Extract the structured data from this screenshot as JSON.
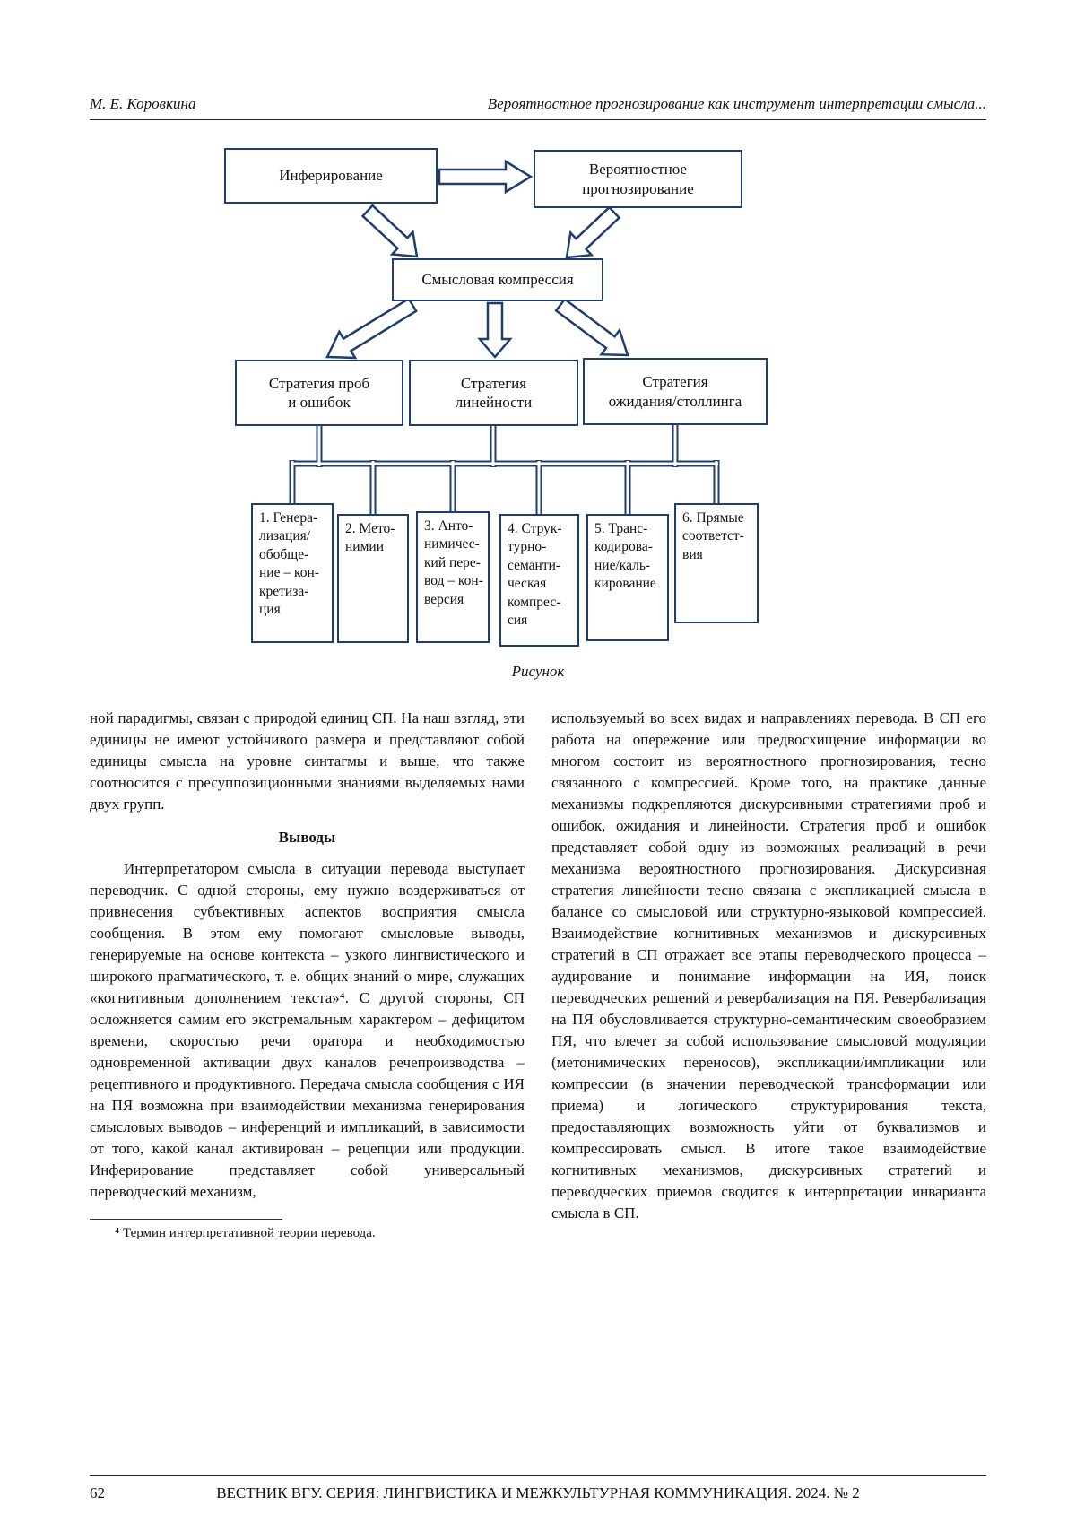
{
  "page": {
    "header_left": "М. Е. Коровкина",
    "header_right": "Вероятностное прогнозирование как инструмент интерпретации смысла...",
    "footer_page_number": "62",
    "footer_text": "ВЕСТНИК ВГУ. СЕРИЯ: ЛИНГВИСТИКА И МЕЖКУЛЬТУРНАЯ КОММУНИКАЦИЯ. 2024. № 2"
  },
  "diagram": {
    "caption": "Рисунок",
    "box_inferencing": "Инферирование",
    "box_probabilistic": "Вероятностное\nпрогнозирование",
    "box_compression": "Смысловая компрессия",
    "strategy_trial": "Стратегия проб\nи ошибок",
    "strategy_linearity": "Стратегия\nлинейности",
    "strategy_waiting": "Стратегия\nожидания/столлинга",
    "technique_1": "1. Генера-\nлизация/\nобобще-\nние – кон-\nкретиза-\nция",
    "technique_2": "2. Мето-\nнимии",
    "technique_3": "3. Анто-\nнимичес-\nкий пере-\nвод – кон-\nверсия",
    "technique_4": "4. Струк-\nтурно-\nсеманти-\nческая\nкомпрес-\nсия",
    "technique_5": "5. Транс-\nкодирова-\nние/каль-\nкирование",
    "technique_6": "6. Прямые\nсоответст-\nвия"
  },
  "body": {
    "left": {
      "p1": "ной парадигмы, связан с природой единиц СП. На наш взгляд, эти единицы не имеют устойчивого размера и представляют собой единицы смысла на уровне синтагмы и выше, что также соотносится с пресуппозиционными знаниями выделяемых нами двух групп.",
      "heading": "Выводы",
      "p2": "Интерпретатором смысла в ситуации перевода выступает переводчик. С одной стороны, ему нужно воздерживаться от привнесения субъективных аспектов восприятия смысла сообщения. В этом ему помогают смысловые выводы, генерируемые на основе контекста – узкого лингвистического и широкого прагматического, т. е. общих знаний о мире, служащих «когнитивным дополнением текста»⁴. С другой стороны, СП осложняется самим его экстремальным характером – дефицитом времени, скоростью речи оратора и необходимостью одновременной активации двух каналов речепроизводства – рецептивного и продуктивного. Передача смысла сообщения с ИЯ на ПЯ возможна при взаимодействии механизма генерирования смысловых выводов – инференций и импликаций, в зависимости от того, какой канал активирован – рецепции или продукции. Инферирование представляет собой универсальный переводческий механизм,",
      "footnote": "⁴ Термин интерпретативной теории перевода."
    },
    "right": {
      "p1": "используемый во всех видах и направлениях перевода. В СП его работа на опережение или предвосхищение информации во многом состоит из вероятностного прогнозирования, тесно связанного с компрессией. Кроме того, на практике данные механизмы подкрепляются дискурсивными стратегиями проб и ошибок, ожидания и линейности. Стратегия проб и ошибок представляет собой одну из возможных реализаций в речи механизма вероятностного прогнозирования. Дискурсивная стратегия линейности тесно связана с экспликацией смысла в балансе со смысловой или структурно-языковой компрессией. Взаимодействие когнитивных механизмов и дискурсивных стратегий в СП отражает все этапы переводческого процесса – аудирование и понимание информации на ИЯ, поиск переводческих решений и ревербализация на ПЯ. Ревербализация на ПЯ обусловливается структурно-семантическим своеобразием ПЯ, что влечет за собой использование смысловой модуляции (метонимических переносов), экспликации/импликации или компрессии (в значении переводческой трансформации или приема) и логического структурирования текста, предоставляющих возможность уйти от буквализмов и компрессировать смысл. В итоге такое взаимодействие когнитивных механизмов, дискурсивных стратегий и переводческих приемов сводится к интерпретации инварианта смысла в СП."
    }
  }
}
